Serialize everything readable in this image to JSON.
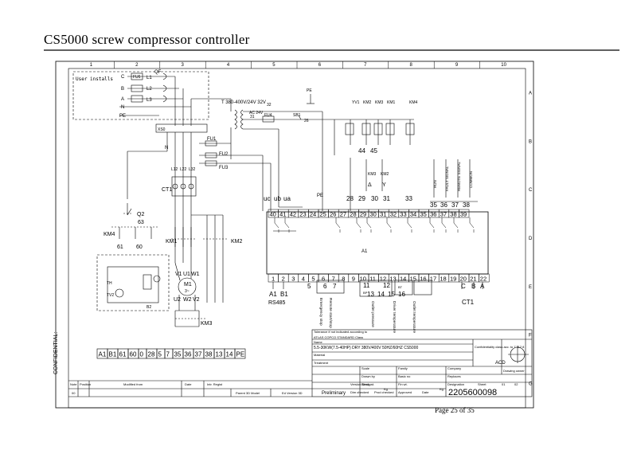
{
  "page": {
    "title": "CS5000 screw compressor controller",
    "page_number": "Page 25 of 35"
  },
  "grid": {
    "columns": [
      "1",
      "2",
      "3",
      "4",
      "5",
      "6",
      "7",
      "8",
      "9",
      "10"
    ],
    "rows": [
      "A",
      "B",
      "C",
      "D",
      "E",
      "F",
      "G"
    ]
  },
  "power": {
    "user_install": "User installs",
    "phases": [
      "C",
      "B",
      "A",
      "N",
      "PE"
    ],
    "fuse": "FU6",
    "breaker": "QF",
    "breaker_lines": [
      "L1",
      "L2",
      "L3"
    ],
    "xs0": "XS0",
    "n_label": "N",
    "transformer": "T  380-400V/24V 32V",
    "ac24": "AC 24V",
    "fu4": "FU4",
    "sb1": "SB1",
    "fuses": [
      "FU1",
      "FU2",
      "FU3"
    ],
    "l_labels": [
      "L12",
      "L22",
      "L32"
    ],
    "ct1": "CT1",
    "num_31": "31",
    "num_32": "32",
    "num_26": "26",
    "pe": "PE"
  },
  "motor": {
    "km4": "KM4",
    "km1": "KM1",
    "km2": "KM2",
    "km3": "KM3",
    "q2": "Q2",
    "q63": "63",
    "n61": "61",
    "n60": "60",
    "terminals_top": [
      "V1",
      "U1",
      "W1"
    ],
    "terminals_bot": [
      "U2",
      "W2",
      "V2"
    ],
    "motor": "M1",
    "motor_sub": "3~",
    "inset_labels": [
      "TH",
      "TV2",
      "B2"
    ]
  },
  "controller": {
    "name": "A1",
    "coil_labels": [
      "YV1",
      "KM2",
      "KM3",
      "KM1",
      "KM4"
    ],
    "wire_nums_44": "44",
    "wire_nums_45": "45",
    "km_small": [
      "KM3",
      "KM2"
    ],
    "delta": "Δ",
    "star": "Y",
    "top_mid_numbers": [
      "28",
      "29",
      "30",
      "31",
      "33"
    ],
    "right_vertical": [
      "RUN",
      "FAULT SIGNAL",
      "REMOTE SIGNAL",
      "COMMON"
    ],
    "right_numbers": [
      "35",
      "36",
      "37",
      "38"
    ],
    "uc_ub_ua": [
      "uc",
      "ub",
      "ua"
    ],
    "pe_top": "PE",
    "top_terminals": [
      "40",
      "41",
      "42",
      "23",
      "24",
      "25",
      "26",
      "27",
      "28",
      "29",
      "30",
      "31",
      "32",
      "33",
      "34",
      "35",
      "36",
      "37",
      "38",
      "39"
    ],
    "bottom_terminals": [
      "1",
      "2",
      "3",
      "4",
      "5",
      "6",
      "7",
      "8",
      "9",
      "10",
      "11",
      "12",
      "13",
      "14",
      "15",
      "16",
      "17",
      "18",
      "19",
      "20",
      "21",
      "22"
    ],
    "rs485_terms": [
      "A1",
      "B1"
    ],
    "rs485": "RS485",
    "bottom_nums": [
      "5",
      "6",
      "7",
      "11",
      "12",
      "13",
      "14",
      "15",
      "16"
    ],
    "bottom_small": [
      "BP",
      "BT"
    ],
    "cba": [
      "C",
      "B",
      "A"
    ],
    "ct1": "CT1",
    "bottom_vertical": [
      "Emergency stop",
      "Remote start/stop",
      "Outlet pressure",
      "Driver temperature",
      "Outlet temperature"
    ]
  },
  "terminal_strip": [
    "A1",
    "B1",
    "61",
    "60",
    "0",
    "28",
    "5",
    "7",
    "35",
    "36",
    "37",
    "38",
    "13",
    "14",
    "PE"
  ],
  "title_block": {
    "tolerance": "Tolerance if not indicated according to",
    "company": "ATLAS COPCO STANDARD Class",
    "name_label": "Name",
    "name_value": "5.5-30KW(7.5-40HP) DRY 380V/400V  50HZ/60HZ  CS5000",
    "material_label": "Material",
    "treatment_label": "Treatment",
    "confidentiality": "Confidentiality class acc. to 7 112 8",
    "acd": "ACD",
    "scale": "Scale",
    "family": "Family",
    "company_label": "Company",
    "drawn_by": "Drawn by",
    "basic_no": "Basic no",
    "replaces": "Replaces",
    "version_desig": "Version Desig.",
    "blank_wt": "Blank wt.",
    "fin_wt": "Fin wt.",
    "designation": "Designation",
    "sheet": "Sheet",
    "sheet_val": "01",
    "sheet_total": "02",
    "kg1": "Kg",
    "kg2": "Kg",
    "preliminary": "Preliminary",
    "dim_checked": "Dim checked",
    "prod_checked": "Prod checked",
    "approved": "Approved",
    "date": "Date",
    "drawing_no": "2205600098",
    "drawing_owner": "Drawing owner",
    "note": "Note",
    "position": "Position",
    "modified_from": "Modified from",
    "date2": "Date",
    "intr": "Intr. Regist",
    "parent": "Parent 3D Model",
    "ed_version": "Ed Version 3D",
    "row_00": "00",
    "confidential": "CONFIDENTIAL:"
  }
}
